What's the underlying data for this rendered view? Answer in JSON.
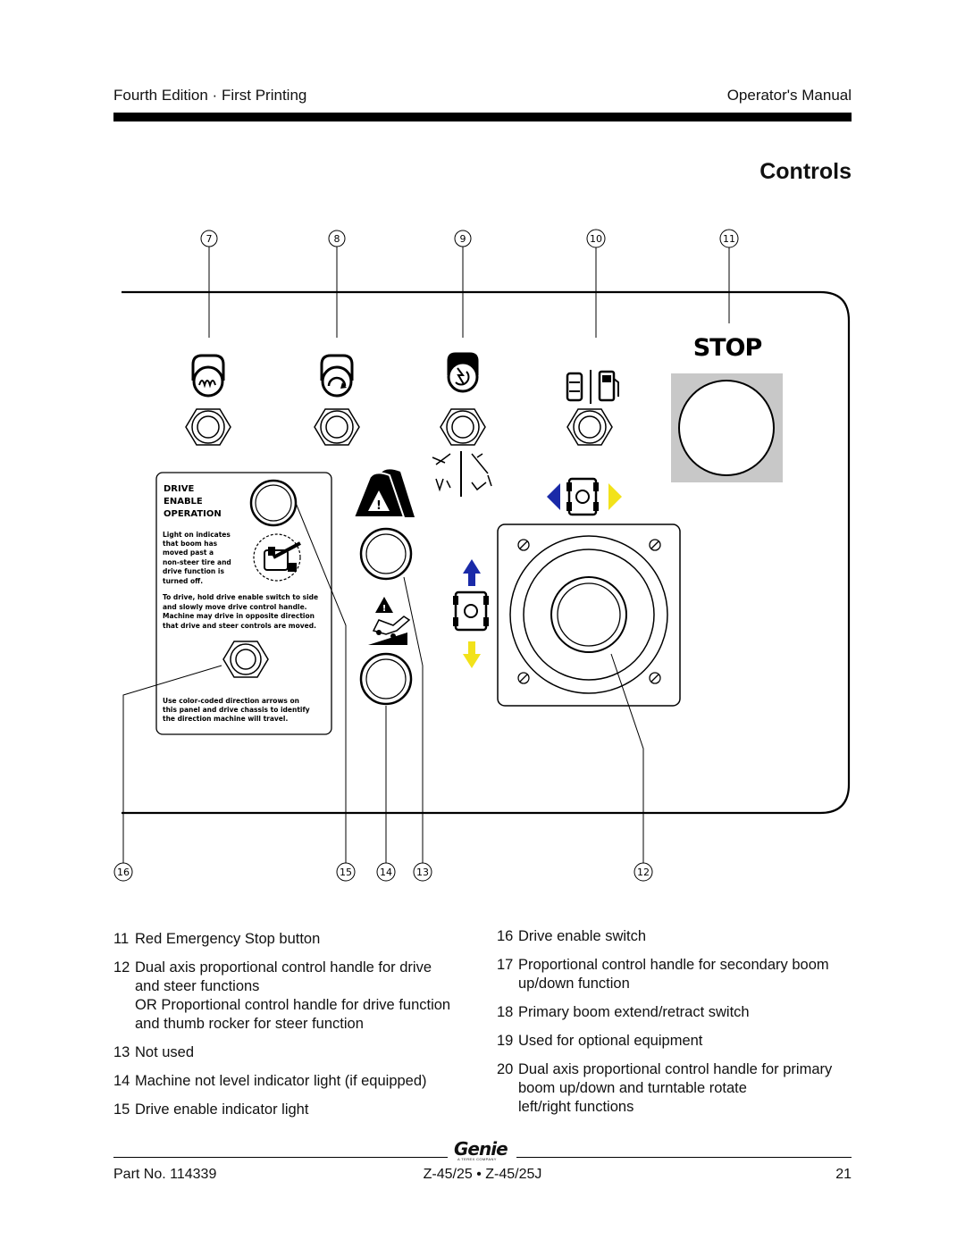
{
  "header": {
    "edition": "Fourth Edition · First Printing",
    "manual": "Operator's Manual"
  },
  "section_title": "Controls",
  "callouts_top": [
    "7",
    "8",
    "9",
    "10",
    "11"
  ],
  "callouts_bottom": [
    "16",
    "15",
    "14",
    "13",
    "12"
  ],
  "panel": {
    "stop_label": "STOP",
    "decal_heading": [
      "DRIVE",
      "ENABLE",
      "OPERATION"
    ],
    "decal_light_text": [
      "Light on indicates",
      "that boom has",
      "moved past a",
      "non-steer tire and",
      "drive function is",
      "turned off."
    ],
    "decal_drive_text": [
      "To drive, hold drive enable switch to side",
      "and slowly move drive control handle.",
      "Machine may drive in opposite direction",
      "that drive and steer controls are moved."
    ],
    "decal_arrow_text": [
      "Use color-coded direction arrows on",
      "this panel and drive chassis to identify",
      "the direction machine will travel."
    ]
  },
  "colors": {
    "blue_arrow": "#1a2aa8",
    "yellow_arrow": "#f2e21a",
    "stop_plate": "#c8c8c8"
  },
  "legend_left": [
    {
      "num": "11",
      "lines": [
        "Red Emergency Stop button"
      ]
    },
    {
      "num": "12",
      "lines": [
        "Dual axis proportional control handle for drive",
        "and steer functions",
        "OR Proportional control handle for drive function",
        "and thumb rocker for steer function"
      ]
    },
    {
      "num": "13",
      "lines": [
        "Not used"
      ]
    },
    {
      "num": "14",
      "lines": [
        "Machine not level indicator light (if equipped)"
      ]
    },
    {
      "num": "15",
      "lines": [
        "Drive enable indicator light"
      ]
    }
  ],
  "legend_right": [
    {
      "num": "16",
      "lines": [
        "Drive enable switch"
      ]
    },
    {
      "num": "17",
      "lines": [
        "Proportional control handle for secondary boom",
        "up/down function"
      ]
    },
    {
      "num": "18",
      "lines": [
        "Primary boom extend/retract switch"
      ]
    },
    {
      "num": "19",
      "lines": [
        "Used for optional equipment"
      ]
    },
    {
      "num": "20",
      "lines": [
        "Dual axis proportional control handle for primary",
        "boom up/down and turntable rotate",
        "left/right functions"
      ]
    }
  ],
  "footer": {
    "part_no": "Part No. 114339",
    "model": "Z-45/25 • Z-45/25J",
    "page": "21",
    "logo_word": "Genie",
    "logo_sub": "A TEREX COMPANY"
  }
}
